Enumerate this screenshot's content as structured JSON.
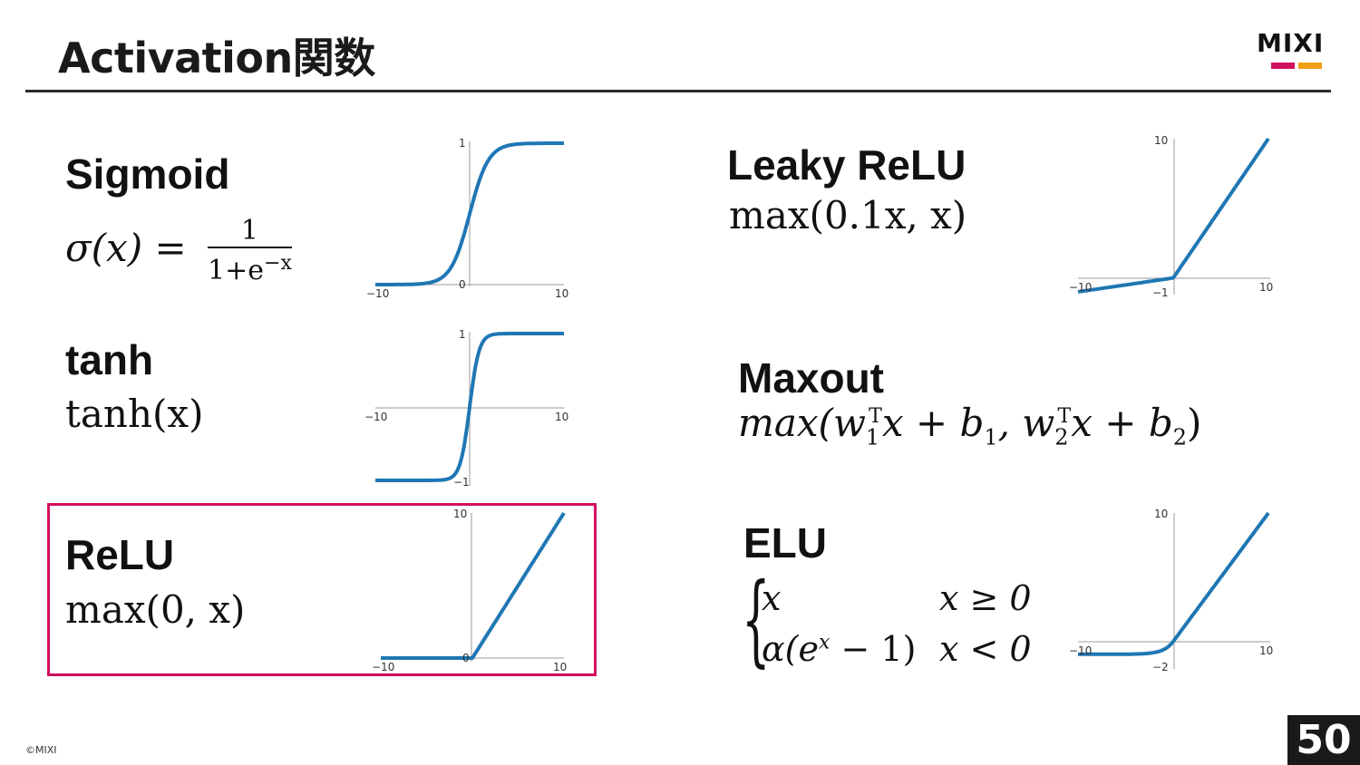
{
  "slide": {
    "title": "Activation関数",
    "logo_text": "MIXI",
    "copyright": "©MIXI",
    "page_number": "50"
  },
  "colors": {
    "accent_pink": "#d1105e",
    "accent_orange": "#f0a014",
    "curve_blue": "#1f77b4"
  },
  "panels": {
    "sigmoid": {
      "name": "Sigmoid",
      "lhs": "σ(x) =",
      "num": "1",
      "den_base": "1+e",
      "den_exp": "−x",
      "ticks": {
        "x_min": "−10",
        "x_max": "10",
        "y_top": "1",
        "y_origin": "0"
      }
    },
    "tanh": {
      "name": "tanh",
      "formula": "tanh(x)",
      "ticks": {
        "x_min": "−10",
        "x_max": "10",
        "y_top": "1",
        "y_bottom": "−1"
      }
    },
    "relu": {
      "name": "ReLU",
      "formula": "max(0, x)",
      "ticks": {
        "x_min": "−10",
        "x_max": "10",
        "y_top": "10",
        "y_origin": "0"
      }
    },
    "leaky_relu": {
      "name": "Leaky ReLU",
      "formula": "max(0.1x, x)",
      "ticks": {
        "x_min": "−10",
        "x_max": "10",
        "y_top": "10",
        "y_bottom": "−1"
      }
    },
    "maxout": {
      "name": "Maxout",
      "f_open": "max(w",
      "sub1": "1",
      "sup1": "T",
      "mid1": "x + b",
      "b1": "1",
      "comma": ", w",
      "sub2": "2",
      "sup2": "T",
      "mid2": "x + b",
      "b2": "2",
      "f_close": ")"
    },
    "elu": {
      "name": "ELU",
      "case1_value": "x",
      "case1_cond": "x ≥ 0",
      "case2_value": "α(e",
      "case2_exp": "x",
      "case2_tail": " − 1)",
      "case2_cond": "x < 0",
      "ticks": {
        "x_min": "−10",
        "x_max": "10",
        "y_top": "10",
        "y_bottom": "−2"
      }
    }
  }
}
